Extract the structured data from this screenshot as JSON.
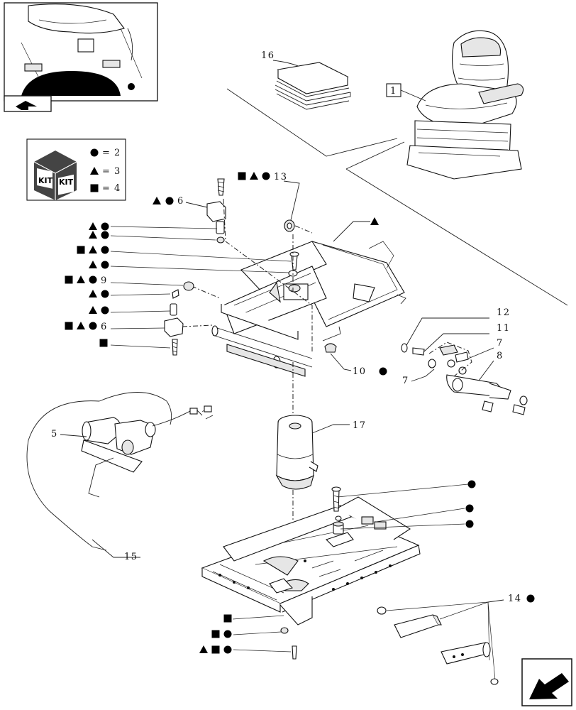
{
  "kit_legend": {
    "kit_label_1": "KIT",
    "kit_label_2": "KIT",
    "circle_count": "2",
    "triangle_count": "3",
    "square_count": "4",
    "equals": "="
  },
  "callouts": {
    "c1": "1",
    "c5": "5",
    "c6_top": "6",
    "c6_left": "6",
    "c7_a": "7",
    "c7_b": "7",
    "c8": "8",
    "c9": "9",
    "c10": "10",
    "c11": "11",
    "c12": "12",
    "c13": "13",
    "c14": "14",
    "c15": "15",
    "c16": "16",
    "c17": "17"
  },
  "symbol_keys": {
    "circle": "circle-symbol",
    "triangle": "triangle-symbol",
    "square": "square-symbol"
  },
  "colors": {
    "ink": "#111111",
    "fill": "#ffffff",
    "shade": "#e6e6e6"
  }
}
